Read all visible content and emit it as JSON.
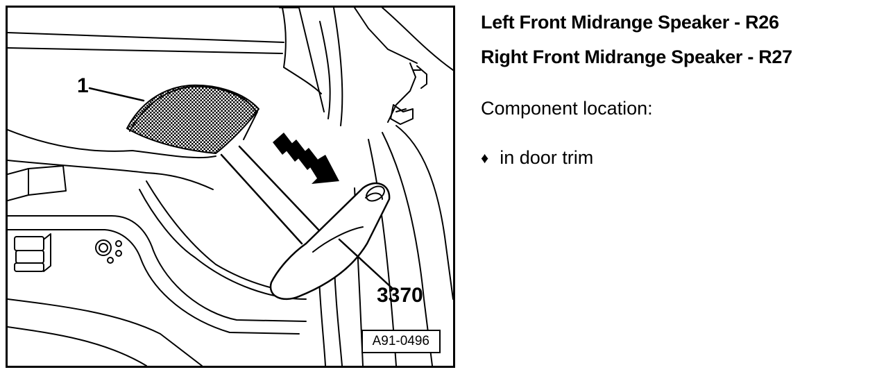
{
  "figure": {
    "callouts": {
      "part_1": "1",
      "tool": "3370"
    },
    "reference_code": "A91-0496"
  },
  "heading": {
    "line1": "Left Front Midrange Speaker - R26",
    "line2": "Right Front Midrange Speaker - R27"
  },
  "subheading": "Component location:",
  "bullets": [
    {
      "icon": "diamond-bullet-icon",
      "text": "in door trim"
    }
  ]
}
